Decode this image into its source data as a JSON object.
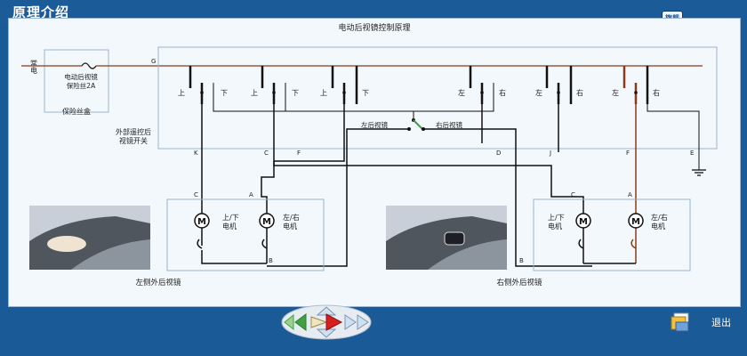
{
  "app": {
    "title": "原理介绍",
    "brand_badge": "旗舰"
  },
  "diagram": {
    "title": "电动后视镜控制原理",
    "power_label": "常电",
    "fuse_label_line1": "电动后视镜",
    "fuse_label_line2": "保险丝2A",
    "fuse_box_label": "保险丝盒",
    "node_g": "G",
    "switch_label_line1": "外部遥控后",
    "switch_label_line2": "视镜开关",
    "sw_up": "上",
    "sw_down": "下",
    "sw_left": "左",
    "sw_right": "右",
    "selector_left": "左后视镜",
    "selector_right": "右后视镜",
    "term_k": "K",
    "term_c": "C",
    "term_f": "F",
    "term_d": "D",
    "term_j": "J",
    "term_e": "E",
    "motor_c": "C",
    "motor_a": "A",
    "motor_b": "B",
    "motor_symbol": "M",
    "motor_updown_line1": "上/下",
    "motor_updown_line2": "电机",
    "motor_lr_line1": "左/右",
    "motor_lr_line2": "电机",
    "left_mirror_label": "左侧外后视镜",
    "right_mirror_label": "右侧外后视镜"
  },
  "footer": {
    "exit_label": "退出"
  },
  "colors": {
    "background": "#1a5a96",
    "panel": "#f3f8fc",
    "wire": "#111111",
    "power_wire": "#8a3a1a",
    "nav_green": "#3fa23f",
    "nav_red": "#d62020"
  }
}
